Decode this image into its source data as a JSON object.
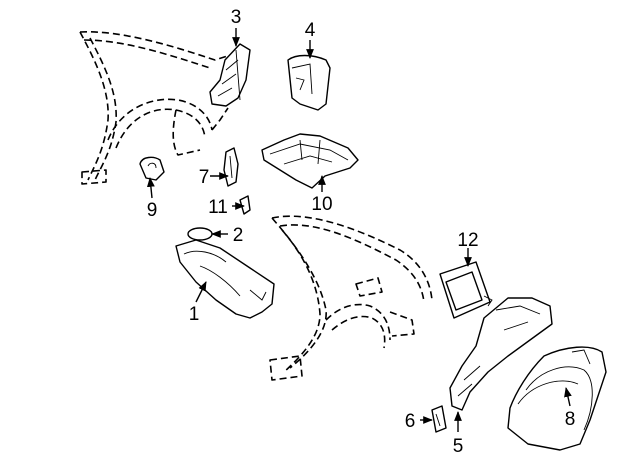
{
  "colors": {
    "line": "#000000",
    "background": "#ffffff"
  },
  "callouts": {
    "c1": "1",
    "c2": "2",
    "c3": "3",
    "c4": "4",
    "c5": "5",
    "c6": "6",
    "c7": "7",
    "c8": "8",
    "c9": "9",
    "c10": "10",
    "c11": "11",
    "c12": "12"
  }
}
